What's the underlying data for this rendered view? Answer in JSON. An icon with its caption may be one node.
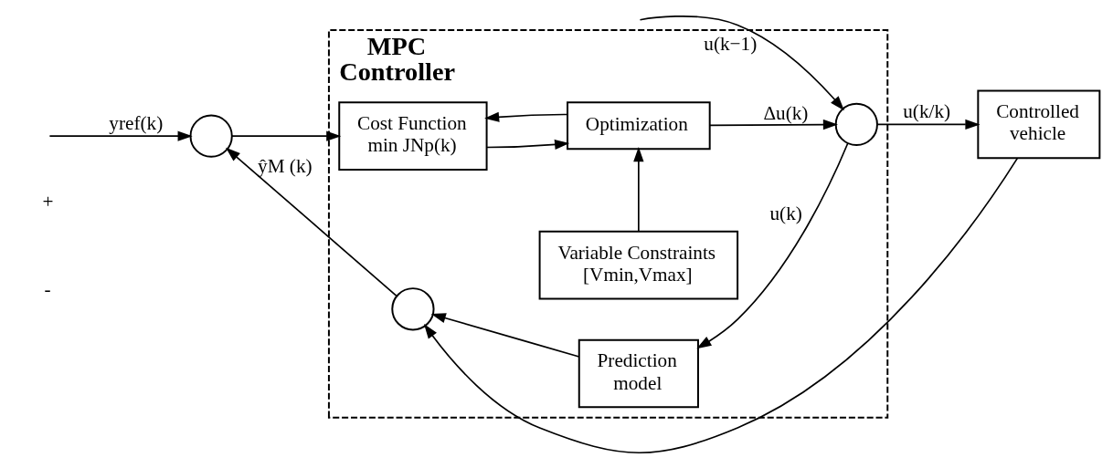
{
  "diagram": {
    "nodes": [
      {
        "text": [
          "MPC Controller"
        ]
      },
      {
        "text": [],
        "shape": "circle"
      },
      {
        "text": [
          "Cost Function min JNp(k)"
        ],
        "in": 0
      },
      {
        "text": [
          "Variable Constraints [Vmin,Vmax]"
        ],
        "in": 0
      },
      {
        "text": [
          "Optimization"
        ],
        "in": 0
      },
      {
        "text": [],
        "shape": "circle",
        "in": 0
      },
      {
        "text": [
          "Prediction model"
        ],
        "in": 0
      },
      {
        "text": [],
        "shape": "circle",
        "in": 0
      },
      {
        "text": [
          "Controlled vehicle"
        ]
      }
    ],
    "edges": [
      {
        "from": null,
        "to": 1,
        "arrow": "to",
        "label": "yref(k)"
      },
      {
        "from": 1,
        "to": 2,
        "arrow": "to"
      },
      {
        "from": 2,
        "to": 4,
        "arrow": "to"
      },
      {
        "from": 3,
        "to": 4,
        "arrow": "to"
      },
      {
        "from": 4,
        "to": 5,
        "arrow": "to",
        "label": "Δu(k)"
      },
      {
        "from": 4,
        "to": 2,
        "arrow": "to"
      },
      {
        "from": null,
        "to": 5,
        "arrow": "to",
        "label": "u(k−1)"
      },
      {
        "from": 5,
        "to": 8,
        "arrow": "to",
        "label": "u(k/k)"
      },
      {
        "from": 5,
        "to": 6,
        "arrow": "to",
        "label": "u(k)"
      },
      {
        "from": 6,
        "to": 7,
        "arrow": "to"
      },
      {
        "from": 8,
        "to": 7,
        "arrow": "to"
      },
      {
        "from": 7,
        "to": 1,
        "arrow": "to",
        "label": "ŷM (k)"
      }
    ],
    "labels": [
      "+",
      "-"
    ]
  }
}
